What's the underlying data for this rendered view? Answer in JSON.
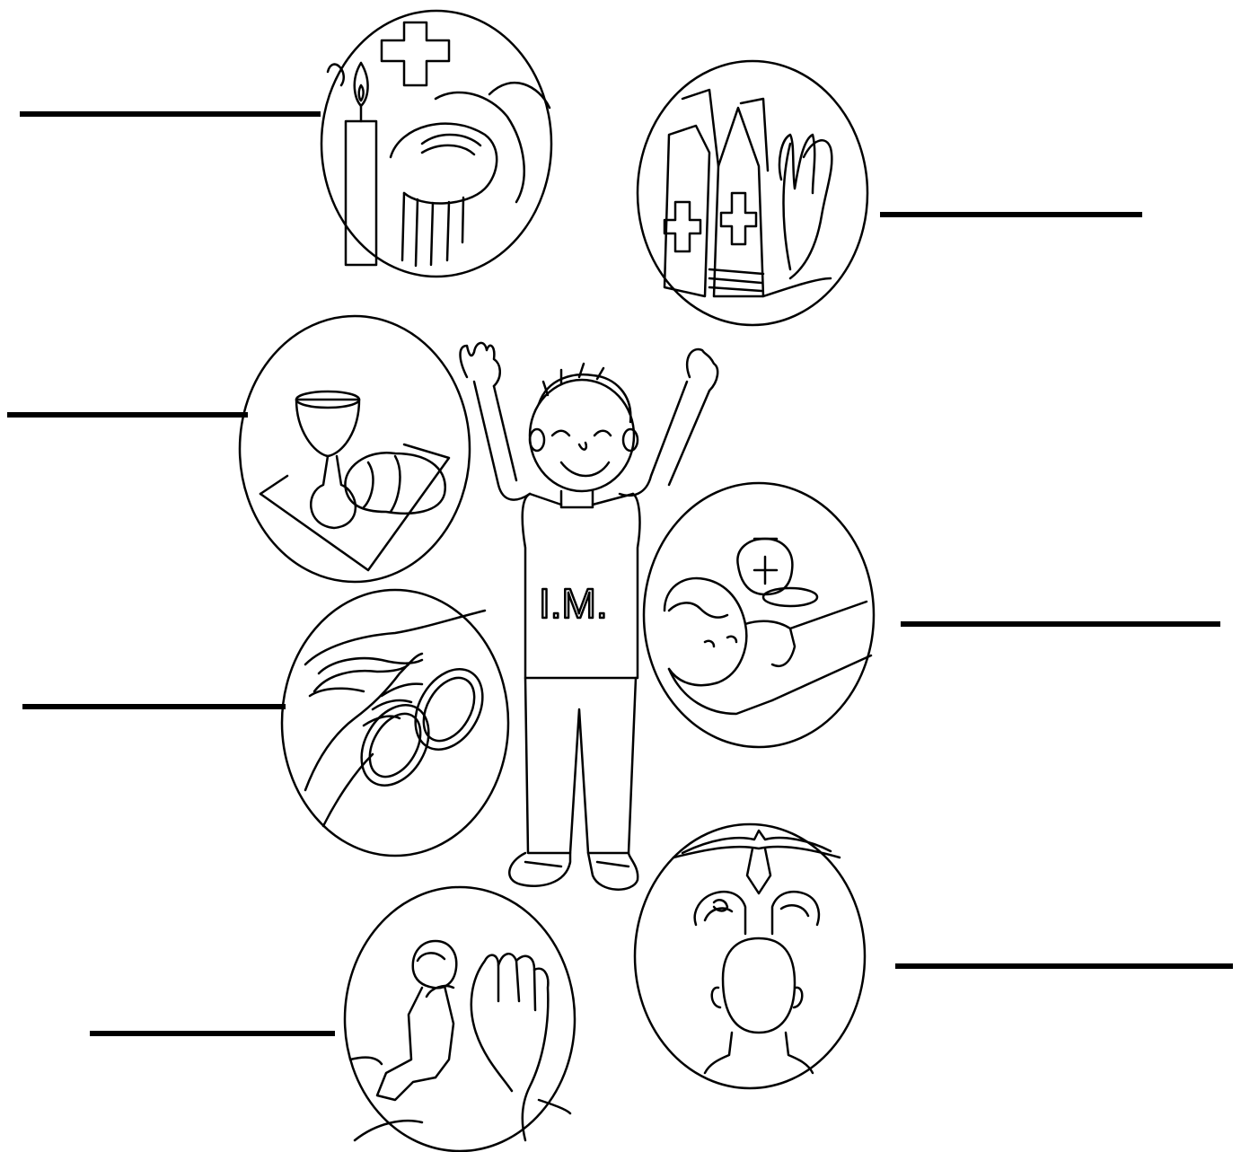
{
  "worksheet": {
    "shirt_text": "I.M.",
    "line_color": "#000000",
    "background": "#ffffff",
    "answer_lines": [
      {
        "id": "baptism",
        "label": ""
      },
      {
        "id": "holy-orders",
        "label": ""
      },
      {
        "id": "eucharist",
        "label": ""
      },
      {
        "id": "anointing-of-the-sick",
        "label": ""
      },
      {
        "id": "matrimony",
        "label": ""
      },
      {
        "id": "confirmation",
        "label": ""
      },
      {
        "id": "reconciliation",
        "label": ""
      }
    ],
    "icons": [
      "baptism-icon",
      "holy-orders-icon",
      "eucharist-icon",
      "anointing-icon",
      "matrimony-icon",
      "confirmation-icon",
      "reconciliation-icon",
      "child-figure"
    ]
  }
}
